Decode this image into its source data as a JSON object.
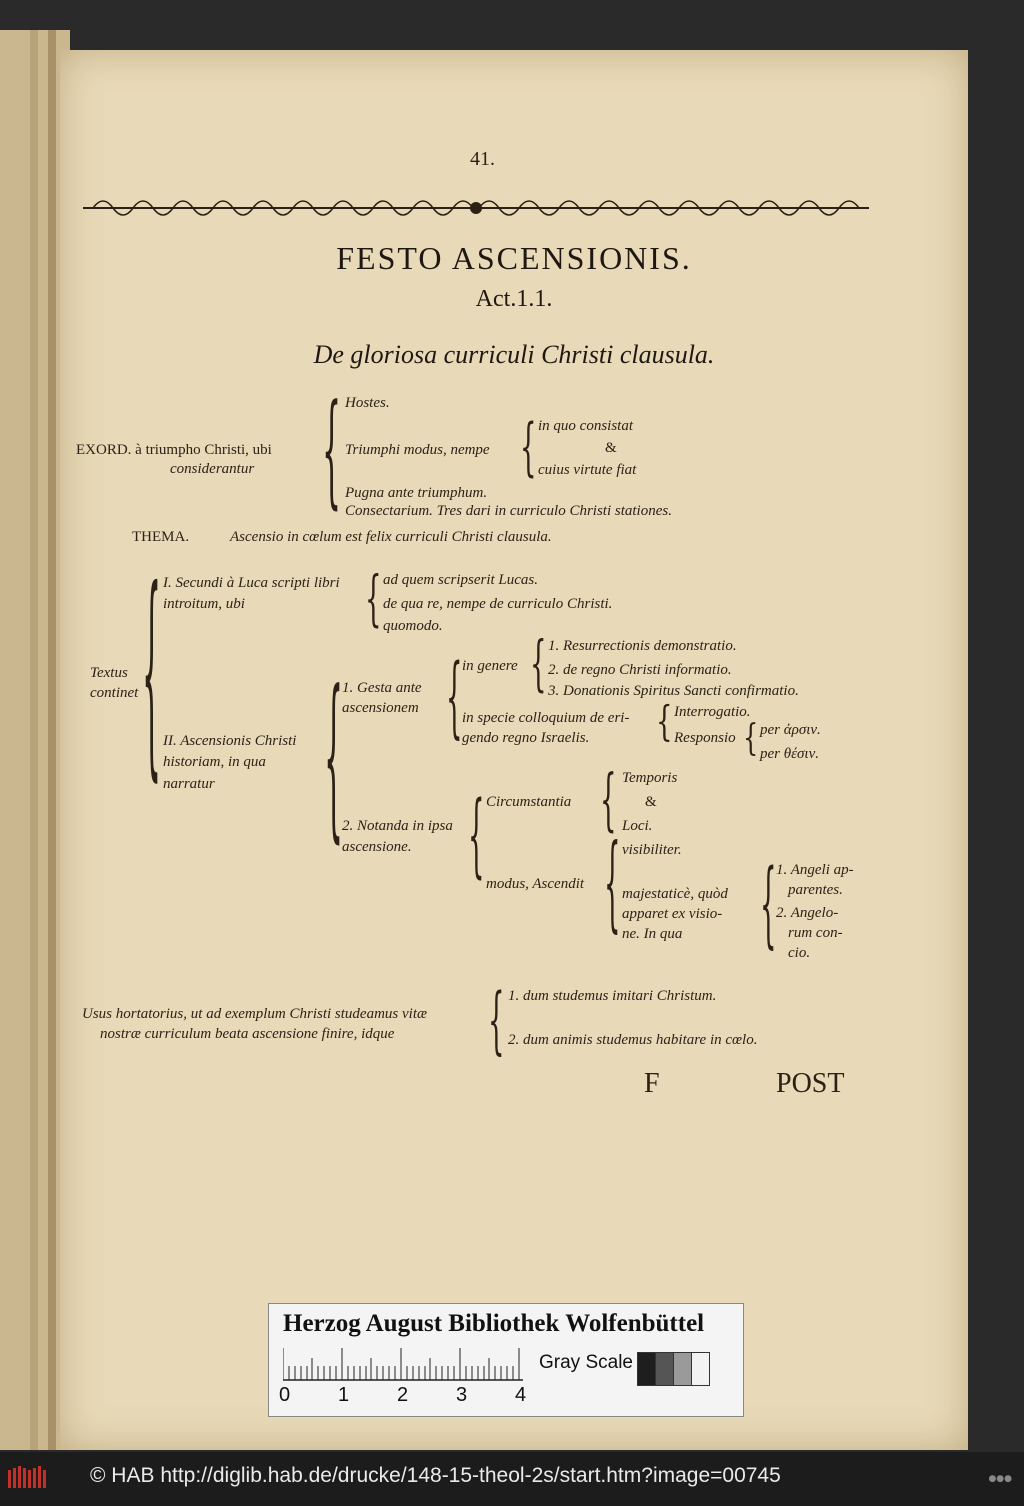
{
  "page": {
    "page_number": "41.",
    "heading": "FESTO ASCENSIONIS.",
    "reference": "Act.1.1.",
    "subtitle": "De gloriosa curriculi Christi clausula."
  },
  "exordium": {
    "label": "EXORD. à triumpho Christi, ubi",
    "label2": "considerantur",
    "item_hostes": "Hostes.",
    "item_modus": "Triumphi modus, nempe",
    "modus_a": "in quo consistat",
    "modus_amp": "&",
    "modus_b": "cuius virtute fiat",
    "item_pugna": "Pugna ante triumphum.",
    "item_consect": "Consectarium. Tres dari in curriculo Christi stationes."
  },
  "thema": {
    "label": "THEMA.",
    "text": "Ascensio in cœlum est felix curriculi Christi clausula."
  },
  "textus": {
    "label": "Textus",
    "label2": "continet",
    "part1": "I. Secundi à Luca scripti libri",
    "part1b": "introitum, ubi",
    "p1_a": "ad quem scripserit Lucas.",
    "p1_b": "de qua re, nempe de curriculo Christi.",
    "p1_c": "quomodo.",
    "part2": "II. Ascensionis Christi",
    "part2b": "historiam, in qua",
    "part2c": "narratur",
    "gesta": "1. Gesta ante",
    "gesta2": "ascensionem",
    "in_genere": "in genere",
    "g1": "1. Resurrectionis demonstratio.",
    "g2": "2. de regno Christi informatio.",
    "g3": "3. Donationis Spiritus Sancti confirmatio.",
    "in_specie": "in specie colloquium de eri-",
    "in_specie2": "gendo regno Israelis.",
    "interrogatio": "Interrogatio.",
    "responsio": "Responsio",
    "resp_a": "per ἀρσιν.",
    "resp_b": "per θέσιν.",
    "notanda": "2. Notanda in ipsa",
    "notanda2": "ascensione.",
    "circum": "Circumstantia",
    "temporis": "Temporis",
    "amp2": "&",
    "loci": "Loci.",
    "modus2": "modus, Ascendit",
    "visib": "visibiliter.",
    "maj1": "majestaticè, quòd",
    "maj2": "apparet ex visio-",
    "maj3": "ne. In qua",
    "ang1": "1. Angeli ap-",
    "ang2": "parentes.",
    "ang3": "2. Angelo-",
    "ang4": "rum con-",
    "ang5": "cio."
  },
  "usus": {
    "line1": "Usus hortatorius, ut ad exemplum Christi studeamus vitæ",
    "line2": "nostræ curriculum beata ascensione finire, idque",
    "a": "1. dum studemus imitari Christum.",
    "b": "2. dum animis studemus habitare in cœlo."
  },
  "catchwords": {
    "signature": "F",
    "custos": "POST"
  },
  "scale_card": {
    "title": "Herzog August Bibliothek Wolfenbüttel",
    "gray_label": "Gray Scale",
    "ticks": [
      "0",
      "1",
      "2",
      "3",
      "4"
    ],
    "swatch_colors": [
      "#1e1e1e",
      "#555555",
      "#9a9a9a",
      "#f2f2f2"
    ]
  },
  "footer": {
    "text": "© HAB http://diglib.hab.de/drucke/148-15-theol-2s/start.htm?image=00745"
  }
}
